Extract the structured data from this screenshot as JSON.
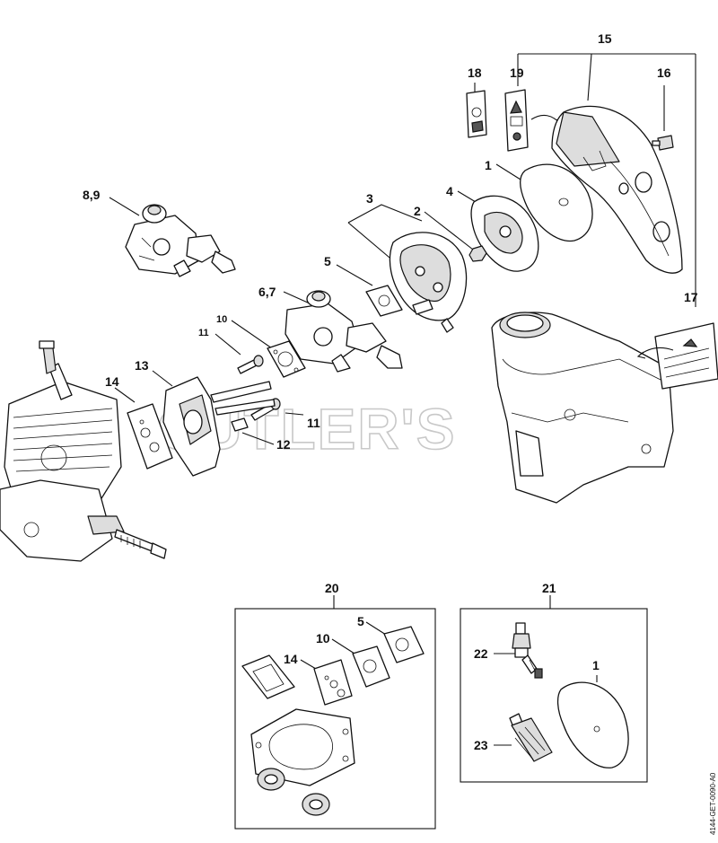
{
  "diagram": {
    "labels": {
      "l1": "1",
      "l2": "2",
      "l3": "3",
      "l4": "4",
      "l5": "5",
      "l67": "6,7",
      "l89": "8,9",
      "l10": "10",
      "l11a": "11",
      "l11b": "11",
      "l12": "12",
      "l13": "13",
      "l14": "14",
      "l15": "15",
      "l16": "16",
      "l17": "17",
      "l18": "18",
      "l19": "19",
      "l20": "20",
      "l21": "21",
      "kit20_l5": "5",
      "kit20_l10": "10",
      "kit20_l14": "14",
      "kit21_l22": "22",
      "kit21_l23": "23",
      "kit21_l1": "1"
    },
    "watermark": "CUTLER'S",
    "drawing_code": "4144-GET-0090-A0"
  }
}
